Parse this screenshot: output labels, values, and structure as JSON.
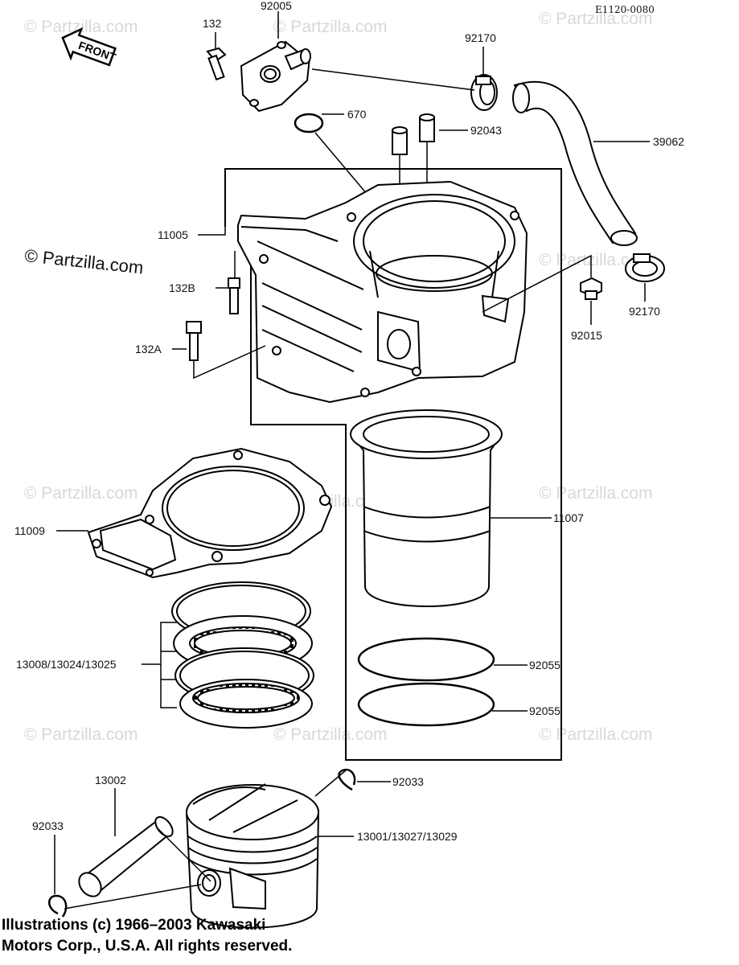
{
  "diagram_code": "E1120-0080",
  "front_label": "FRONT",
  "watermark": "© Partzilla.com",
  "credit_line1": "Illustrations (c) 1966–2003 Kawasaki",
  "credit_line2": "Motors Corp., U.S.A.  All rights reserved.",
  "parts": {
    "p132": "132",
    "p92005": "92005",
    "p92170a": "92170",
    "p670": "670",
    "p92043": "92043",
    "p39062": "39062",
    "p11005": "11005",
    "p132B": "132B",
    "p132A": "132A",
    "p92015": "92015",
    "p92170b": "92170",
    "p11009": "11009",
    "p11007": "11007",
    "p13008": "13008/13024/13025",
    "p92055a": "92055",
    "p92055b": "92055",
    "p13002": "13002",
    "p92033a": "92033",
    "p92033b": "92033",
    "p13001": "13001/13027/13029"
  }
}
